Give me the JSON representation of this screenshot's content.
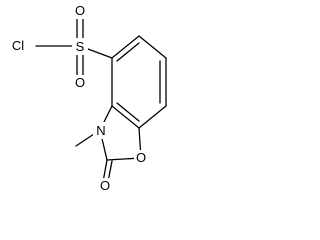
{
  "molecule": {
    "atoms": {
      "chlorine": "Cl",
      "sulfur": "S",
      "sulfonyl_oxygen_top": "O",
      "sulfonyl_oxygen_bottom": "O",
      "ring_nitrogen": "N",
      "ring_oxygen": "O",
      "carbonyl_oxygen": "O"
    },
    "methyl_label": "methyl"
  },
  "colors": {
    "bond": "#000000",
    "label": "#000000",
    "background": "#ffffff"
  }
}
